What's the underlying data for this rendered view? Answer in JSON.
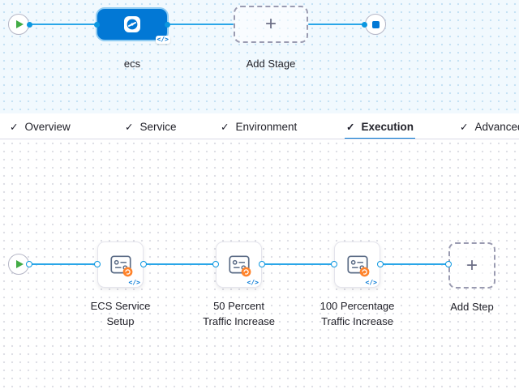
{
  "icons": {
    "check": "✓",
    "plus": "+",
    "code": "</>"
  },
  "colors": {
    "accent": "#0278d5",
    "line": "#2aa6e8",
    "play_green": "#42ab45",
    "badge_orange": "#ff832b"
  },
  "stage_pipeline": {
    "stage_name": "ecs",
    "add_stage_label": "Add Stage"
  },
  "tabs": [
    {
      "label": "Overview"
    },
    {
      "label": "Service"
    },
    {
      "label": "Environment"
    },
    {
      "label": "Execution"
    },
    {
      "label": "Advanced"
    }
  ],
  "active_tab": "Execution",
  "execution": {
    "steps": [
      {
        "line1": "ECS Service",
        "line2": "Setup"
      },
      {
        "line1": "50 Percent",
        "line2": "Traffic Increase"
      },
      {
        "line1": "100 Percentage",
        "line2": "Traffic Increase"
      }
    ],
    "add_step_label": "Add Step"
  }
}
